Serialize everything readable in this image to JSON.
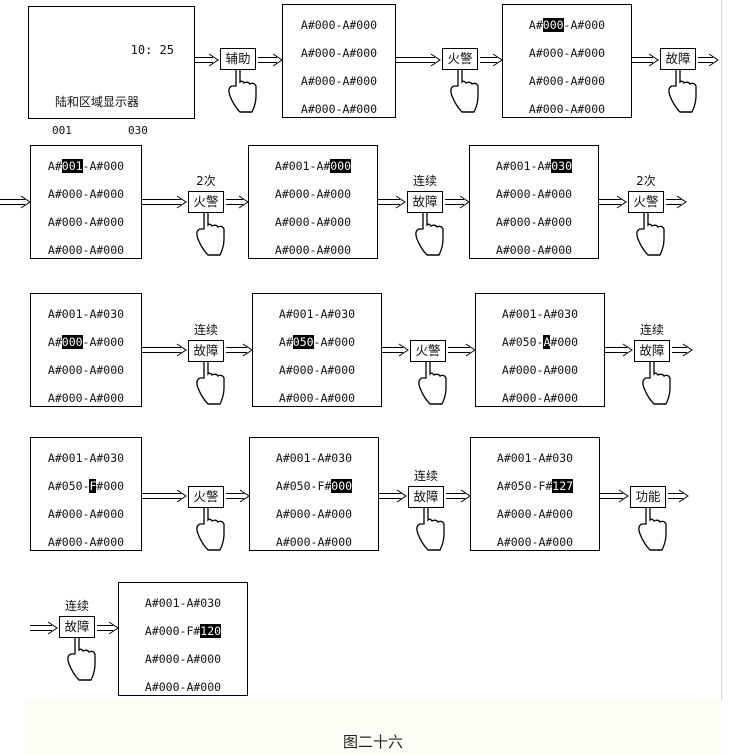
{
  "caption": "图二十六",
  "initial_screen": {
    "time": "10: 25",
    "title": "陆和区域显示器",
    "left_index": "001",
    "right_index": "030"
  },
  "buttons": {
    "assist": "辅助",
    "fire": "火警",
    "fault": "故障",
    "function": "功能",
    "twice": "2次",
    "continuous": "连续"
  },
  "screens": [
    {
      "lines": [
        [
          "A#000-A#000"
        ],
        [
          "A#000-A#000"
        ],
        [
          "A#000-A#000"
        ],
        [
          "A#000-A#000"
        ]
      ]
    },
    {
      "lines": [
        [
          "A#",
          "000",
          "-A#000"
        ],
        [
          "A#000-A#000"
        ],
        [
          "A#000-A#000"
        ],
        [
          "A#000-A#000"
        ]
      ]
    },
    {
      "lines": [
        [
          "A#",
          "001",
          "-A#000"
        ],
        [
          "A#000-A#000"
        ],
        [
          "A#000-A#000"
        ],
        [
          "A#000-A#000"
        ]
      ]
    },
    {
      "lines": [
        [
          "A#001-A#",
          "000",
          ""
        ],
        [
          "A#000-A#000"
        ],
        [
          "A#000-A#000"
        ],
        [
          "A#000-A#000"
        ]
      ]
    },
    {
      "lines": [
        [
          "A#001-A#",
          "030",
          ""
        ],
        [
          "A#000-A#000"
        ],
        [
          "A#000-A#000"
        ],
        [
          "A#000-A#000"
        ]
      ]
    },
    {
      "lines": [
        [
          "A#001-A#030"
        ],
        [
          "A#",
          "000",
          "-A#000"
        ],
        [
          "A#000-A#000"
        ],
        [
          "A#000-A#000"
        ]
      ]
    },
    {
      "lines": [
        [
          "A#001-A#030"
        ],
        [
          "A#",
          "050",
          "-A#000"
        ],
        [
          "A#000-A#000"
        ],
        [
          "A#000-A#000"
        ]
      ]
    },
    {
      "lines": [
        [
          "A#001-A#030"
        ],
        [
          "A#050-",
          "A",
          "#000"
        ],
        [
          "A#000-A#000"
        ],
        [
          "A#000-A#000"
        ]
      ]
    },
    {
      "lines": [
        [
          "A#001-A#030"
        ],
        [
          "A#050-",
          "F",
          "#000"
        ],
        [
          "A#000-A#000"
        ],
        [
          "A#000-A#000"
        ]
      ]
    },
    {
      "lines": [
        [
          "A#001-A#030"
        ],
        [
          "A#050-F#",
          "000",
          ""
        ],
        [
          "A#000-A#000"
        ],
        [
          "A#000-A#000"
        ]
      ]
    },
    {
      "lines": [
        [
          "A#001-A#030"
        ],
        [
          "A#050-F#",
          "127",
          ""
        ],
        [
          "A#000-A#000"
        ],
        [
          "A#000-A#000"
        ]
      ]
    },
    {
      "lines": [
        [
          "A#001-A#030"
        ],
        [
          "A#000-F#",
          "120",
          ""
        ],
        [
          "A#000-A#000"
        ],
        [
          "A#000-A#000"
        ]
      ]
    }
  ]
}
